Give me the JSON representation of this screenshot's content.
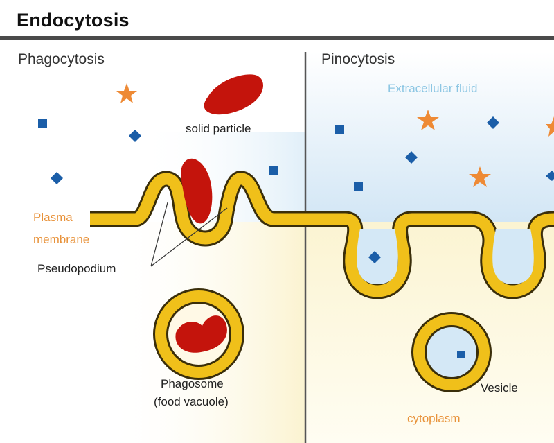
{
  "title": "Endocytosis",
  "panels": {
    "left": {
      "heading": "Phagocytosis",
      "labels": {
        "solid_particle": "solid particle",
        "plasma_membrane_line1": "Plasma",
        "plasma_membrane_line2": "membrane",
        "pseudopodium": "Pseudopodium",
        "phagosome_line1": "Phagosome",
        "phagosome_line2": "(food vacuole)"
      }
    },
    "right": {
      "heading": "Pinocytosis",
      "labels": {
        "extracellular_fluid": "Extracellular fluid",
        "vesicle": "Vesicle",
        "cytoplasm": "cytoplasm"
      }
    }
  },
  "colors": {
    "membrane": "#f0c01a",
    "membrane_outline": "#3a2e0a",
    "particle": "#c4140c",
    "star": "#ee8a35",
    "square": "#1b5ea8",
    "extracellular_fluid": "#d4e8f6",
    "cytoplasm": "#fdf8dc",
    "label_orange": "#e8923a",
    "label_cyan": "#8cc6e3"
  },
  "icons": [
    "star-icon",
    "square-icon",
    "diamond-icon"
  ]
}
